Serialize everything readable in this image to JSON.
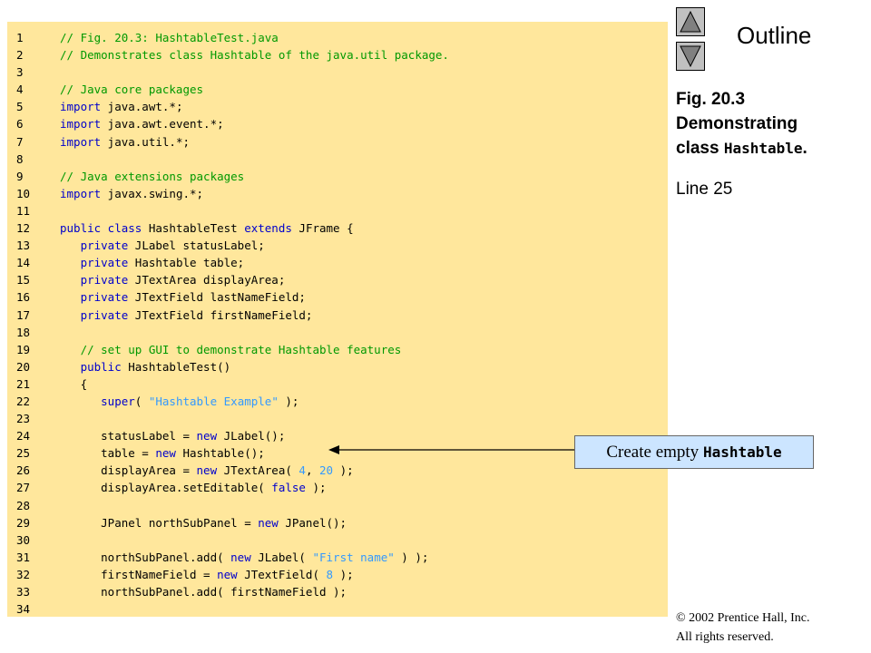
{
  "navigation": {
    "outline_label": "Outline",
    "up_icon": "triangle-up-icon",
    "down_icon": "triangle-down-icon"
  },
  "sidebar": {
    "fig_line1": "Fig. 20.3",
    "fig_line2": "Demonstrating",
    "fig_line3_prefix": "class ",
    "fig_line3_code": "Hashtable",
    "fig_line3_suffix": ".",
    "line_ref": "Line 25"
  },
  "callout": {
    "text_prefix": "Create empty ",
    "text_code": "Hashtable"
  },
  "copyright": {
    "line1": "© 2002 Prentice Hall, Inc.",
    "line2": "All rights reserved."
  },
  "code": [
    {
      "n": "1",
      "t": [
        {
          "c": "cm",
          "v": "// Fig. 20.3: HashtableTest.java"
        }
      ]
    },
    {
      "n": "2",
      "t": [
        {
          "c": "cm",
          "v": "// Demonstrates class Hashtable of the java.util package."
        }
      ]
    },
    {
      "n": "3",
      "t": []
    },
    {
      "n": "4",
      "t": [
        {
          "c": "cm",
          "v": "// Java core packages"
        }
      ]
    },
    {
      "n": "5",
      "t": [
        {
          "c": "kw",
          "v": "import"
        },
        {
          "c": "",
          "v": " java.awt.*;"
        }
      ]
    },
    {
      "n": "6",
      "t": [
        {
          "c": "kw",
          "v": "import"
        },
        {
          "c": "",
          "v": " java.awt.event.*;"
        }
      ]
    },
    {
      "n": "7",
      "t": [
        {
          "c": "kw",
          "v": "import"
        },
        {
          "c": "",
          "v": " java.util.*;"
        }
      ]
    },
    {
      "n": "8",
      "t": []
    },
    {
      "n": "9",
      "t": [
        {
          "c": "cm",
          "v": "// Java extensions packages"
        }
      ]
    },
    {
      "n": "10",
      "t": [
        {
          "c": "kw",
          "v": "import"
        },
        {
          "c": "",
          "v": " javax.swing.*;"
        }
      ]
    },
    {
      "n": "11",
      "t": []
    },
    {
      "n": "12",
      "t": [
        {
          "c": "kw",
          "v": "public class"
        },
        {
          "c": "",
          "v": " HashtableTest "
        },
        {
          "c": "kw",
          "v": "extends"
        },
        {
          "c": "",
          "v": " JFrame {"
        }
      ]
    },
    {
      "n": "13",
      "t": [
        {
          "c": "",
          "v": "   "
        },
        {
          "c": "kw",
          "v": "private"
        },
        {
          "c": "",
          "v": " JLabel statusLabel;"
        }
      ]
    },
    {
      "n": "14",
      "t": [
        {
          "c": "",
          "v": "   "
        },
        {
          "c": "kw",
          "v": "private"
        },
        {
          "c": "",
          "v": " Hashtable table;"
        }
      ]
    },
    {
      "n": "15",
      "t": [
        {
          "c": "",
          "v": "   "
        },
        {
          "c": "kw",
          "v": "private"
        },
        {
          "c": "",
          "v": " JTextArea displayArea;"
        }
      ]
    },
    {
      "n": "16",
      "t": [
        {
          "c": "",
          "v": "   "
        },
        {
          "c": "kw",
          "v": "private"
        },
        {
          "c": "",
          "v": " JTextField lastNameField;"
        }
      ]
    },
    {
      "n": "17",
      "t": [
        {
          "c": "",
          "v": "   "
        },
        {
          "c": "kw",
          "v": "private"
        },
        {
          "c": "",
          "v": " JTextField firstNameField;"
        }
      ]
    },
    {
      "n": "18",
      "t": []
    },
    {
      "n": "19",
      "t": [
        {
          "c": "",
          "v": "   "
        },
        {
          "c": "cm",
          "v": "// set up GUI to demonstrate Hashtable features"
        }
      ]
    },
    {
      "n": "20",
      "t": [
        {
          "c": "",
          "v": "   "
        },
        {
          "c": "kw",
          "v": "public"
        },
        {
          "c": "",
          "v": " HashtableTest()"
        }
      ]
    },
    {
      "n": "21",
      "t": [
        {
          "c": "",
          "v": "   {"
        }
      ]
    },
    {
      "n": "22",
      "t": [
        {
          "c": "",
          "v": "      "
        },
        {
          "c": "kw",
          "v": "super"
        },
        {
          "c": "",
          "v": "( "
        },
        {
          "c": "st",
          "v": "\"Hashtable Example\""
        },
        {
          "c": "",
          "v": " );"
        }
      ]
    },
    {
      "n": "23",
      "t": []
    },
    {
      "n": "24",
      "t": [
        {
          "c": "",
          "v": "      statusLabel = "
        },
        {
          "c": "kw",
          "v": "new"
        },
        {
          "c": "",
          "v": " JLabel();"
        }
      ]
    },
    {
      "n": "25",
      "t": [
        {
          "c": "",
          "v": "      table = "
        },
        {
          "c": "kw",
          "v": "new"
        },
        {
          "c": "",
          "v": " Hashtable();"
        }
      ]
    },
    {
      "n": "26",
      "t": [
        {
          "c": "",
          "v": "      displayArea = "
        },
        {
          "c": "kw",
          "v": "new"
        },
        {
          "c": "",
          "v": " JTextArea( "
        },
        {
          "c": "nm",
          "v": "4"
        },
        {
          "c": "",
          "v": ", "
        },
        {
          "c": "nm",
          "v": "20"
        },
        {
          "c": "",
          "v": " );"
        }
      ]
    },
    {
      "n": "27",
      "t": [
        {
          "c": "",
          "v": "      displayArea.setEditable( "
        },
        {
          "c": "kw",
          "v": "false"
        },
        {
          "c": "",
          "v": " );"
        }
      ]
    },
    {
      "n": "28",
      "t": []
    },
    {
      "n": "29",
      "t": [
        {
          "c": "",
          "v": "      JPanel northSubPanel = "
        },
        {
          "c": "kw",
          "v": "new"
        },
        {
          "c": "",
          "v": " JPanel();"
        }
      ]
    },
    {
      "n": "30",
      "t": []
    },
    {
      "n": "31",
      "t": [
        {
          "c": "",
          "v": "      northSubPanel.add( "
        },
        {
          "c": "kw",
          "v": "new"
        },
        {
          "c": "",
          "v": " JLabel( "
        },
        {
          "c": "st",
          "v": "\"First name\""
        },
        {
          "c": "",
          "v": " ) );"
        }
      ]
    },
    {
      "n": "32",
      "t": [
        {
          "c": "",
          "v": "      firstNameField = "
        },
        {
          "c": "kw",
          "v": "new"
        },
        {
          "c": "",
          "v": " JTextField( "
        },
        {
          "c": "nm",
          "v": "8"
        },
        {
          "c": "",
          "v": " );"
        }
      ]
    },
    {
      "n": "33",
      "t": [
        {
          "c": "",
          "v": "      northSubPanel.add( firstNameField );"
        }
      ]
    },
    {
      "n": "34",
      "t": []
    }
  ]
}
